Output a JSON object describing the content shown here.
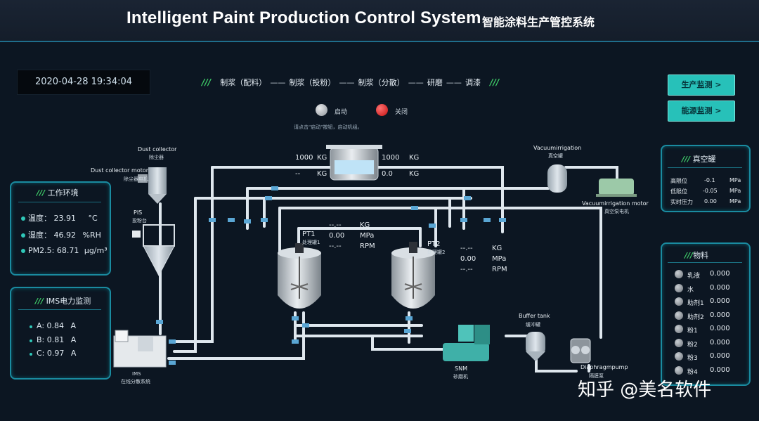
{
  "header": {
    "title_en": "Intelligent Paint Production Control System",
    "title_cn": "智能涂料生产管控系统"
  },
  "datetime": "2020-04-28 19:34:04",
  "flow": {
    "steps": [
      "制浆（配料）",
      "制浆（投粉）",
      "制浆（分散）",
      "研磨",
      "调漆"
    ],
    "slash": "///"
  },
  "controls": {
    "start_label": "启动",
    "stop_label": "关闭",
    "hint": "请点击\"启动\"按钮，启动机组。",
    "start_color": "#9aa0a6",
    "stop_color": "#e02a2a"
  },
  "nav": {
    "production": "生产监测 >",
    "energy": "能源监测 >"
  },
  "env": {
    "title": "工作环境",
    "rows": [
      {
        "label": "温度：",
        "value": "23.91",
        "unit": "°C"
      },
      {
        "label": "湿度：",
        "value": "46.92",
        "unit": "%RH"
      },
      {
        "label": "PM2.5:",
        "value": "68.71",
        "unit": "μg/m³"
      }
    ]
  },
  "ims_power": {
    "title": "IMS电力监测",
    "rows": [
      {
        "label": "A:",
        "value": "0.84",
        "unit": "A"
      },
      {
        "label": "B:",
        "value": "0.81",
        "unit": "A"
      },
      {
        "label": "C:",
        "value": "0.97",
        "unit": "A"
      }
    ]
  },
  "vacuum": {
    "title": "真空罐",
    "rows": [
      {
        "label": "高限位",
        "value": "-0.1",
        "unit": "MPa"
      },
      {
        "label": "低限位",
        "value": "-0.05",
        "unit": "MPa"
      },
      {
        "label": "实时压力",
        "value": "0.00",
        "unit": "MPa"
      }
    ]
  },
  "materials": {
    "title": "物料",
    "rows": [
      {
        "label": "乳液",
        "value": "0.000"
      },
      {
        "label": "水",
        "value": "0.000"
      },
      {
        "label": "助剂1",
        "value": "0.000"
      },
      {
        "label": "助剂2",
        "value": "0.000"
      },
      {
        "label": "粉1",
        "value": "0.000"
      },
      {
        "label": "粉2",
        "value": "0.000"
      },
      {
        "label": "粉3",
        "value": "0.000"
      },
      {
        "label": "粉4",
        "value": "0.000"
      }
    ]
  },
  "equipment": {
    "dust_collector": {
      "en": "Dust collector",
      "cn": "除尘器"
    },
    "dust_motor": {
      "en": "Dust collector motor",
      "cn": "除尘器电机"
    },
    "pis": {
      "en": "PIS",
      "cn": "投粉台"
    },
    "ims": {
      "en": "IMS",
      "cn": "在线分散系统"
    },
    "vacuum_irrigation": {
      "en": "Vacuumirrigation",
      "cn": "真空罐"
    },
    "vacuum_motor": {
      "en": "Vacuumirrigation motor",
      "cn": "真空泵电机"
    },
    "buffer_tank": {
      "en": "Buffer tank",
      "cn": "缓冲罐"
    },
    "snm": {
      "en": "SNM",
      "cn": "砂磨机"
    },
    "diaphragm": {
      "en": "Diaphragmpump",
      "cn": "隔膜泵"
    }
  },
  "weigh_tank": {
    "left_top": "1000",
    "left_top_unit": "KG",
    "left_bot": "--",
    "left_bot_unit": "KG",
    "right_top": "1000",
    "right_top_unit": "KG",
    "right_bot": "0.0",
    "right_bot_unit": "KG"
  },
  "pt1": {
    "name": "PT1",
    "sub": "处理罐1",
    "kg": "--.--",
    "kg_unit": "KG",
    "mpa": "0.00",
    "mpa_unit": "MPa",
    "rpm": "--.--",
    "rpm_unit": "RPM"
  },
  "pt2": {
    "name": "PT2",
    "sub": "处理罐2",
    "kg": "--.--",
    "kg_unit": "KG",
    "mpa": "0.00",
    "mpa_unit": "MPa",
    "rpm": "--.--",
    "rpm_unit": "RPM"
  },
  "watermark": "知乎 @美名软件"
}
